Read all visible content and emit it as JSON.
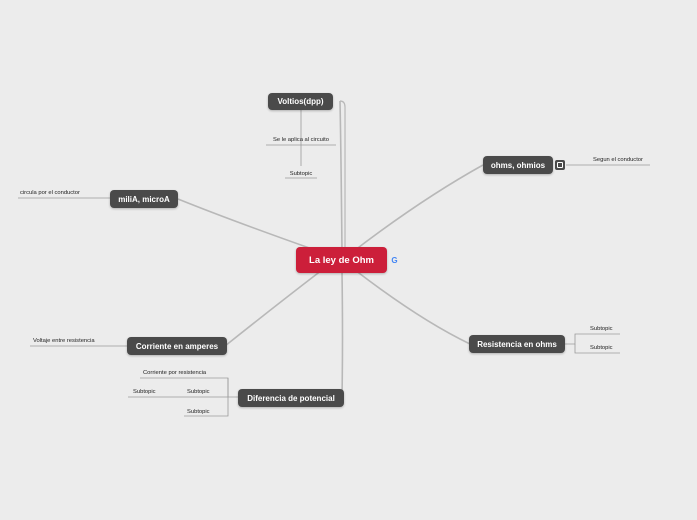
{
  "central": {
    "label": "La ley de Ohm",
    "icon": "google-icon"
  },
  "topics": {
    "voltios": {
      "label": "Voltios(dpp)",
      "subtopics": [
        "Se le aplica al circuito",
        "Subtopic"
      ]
    },
    "ohms": {
      "label": "ohms, ohmios",
      "icon": "link-icon",
      "subtopics": [
        "Segun el conductor"
      ]
    },
    "mili": {
      "label": "miliA, microA",
      "subtopics": [
        "circula por el conductor"
      ]
    },
    "corriente": {
      "label": "Corriente en amperes",
      "subtopics": [
        "Voltaje entre resistencia"
      ]
    },
    "resistencia": {
      "label": "Resistencia en ohms",
      "subtopics": [
        "Subtopic",
        "Subtopic"
      ]
    },
    "diferencia": {
      "label": "Diferencia de potencial",
      "subtopics": [
        "Corriente por resistencia",
        "Subtopic",
        "Subtopic",
        "Subtopic"
      ]
    }
  },
  "colors": {
    "background": "#ececec",
    "central": "#cc1f3a",
    "topic": "#4a4a4a",
    "line": "#b3b3b3"
  }
}
